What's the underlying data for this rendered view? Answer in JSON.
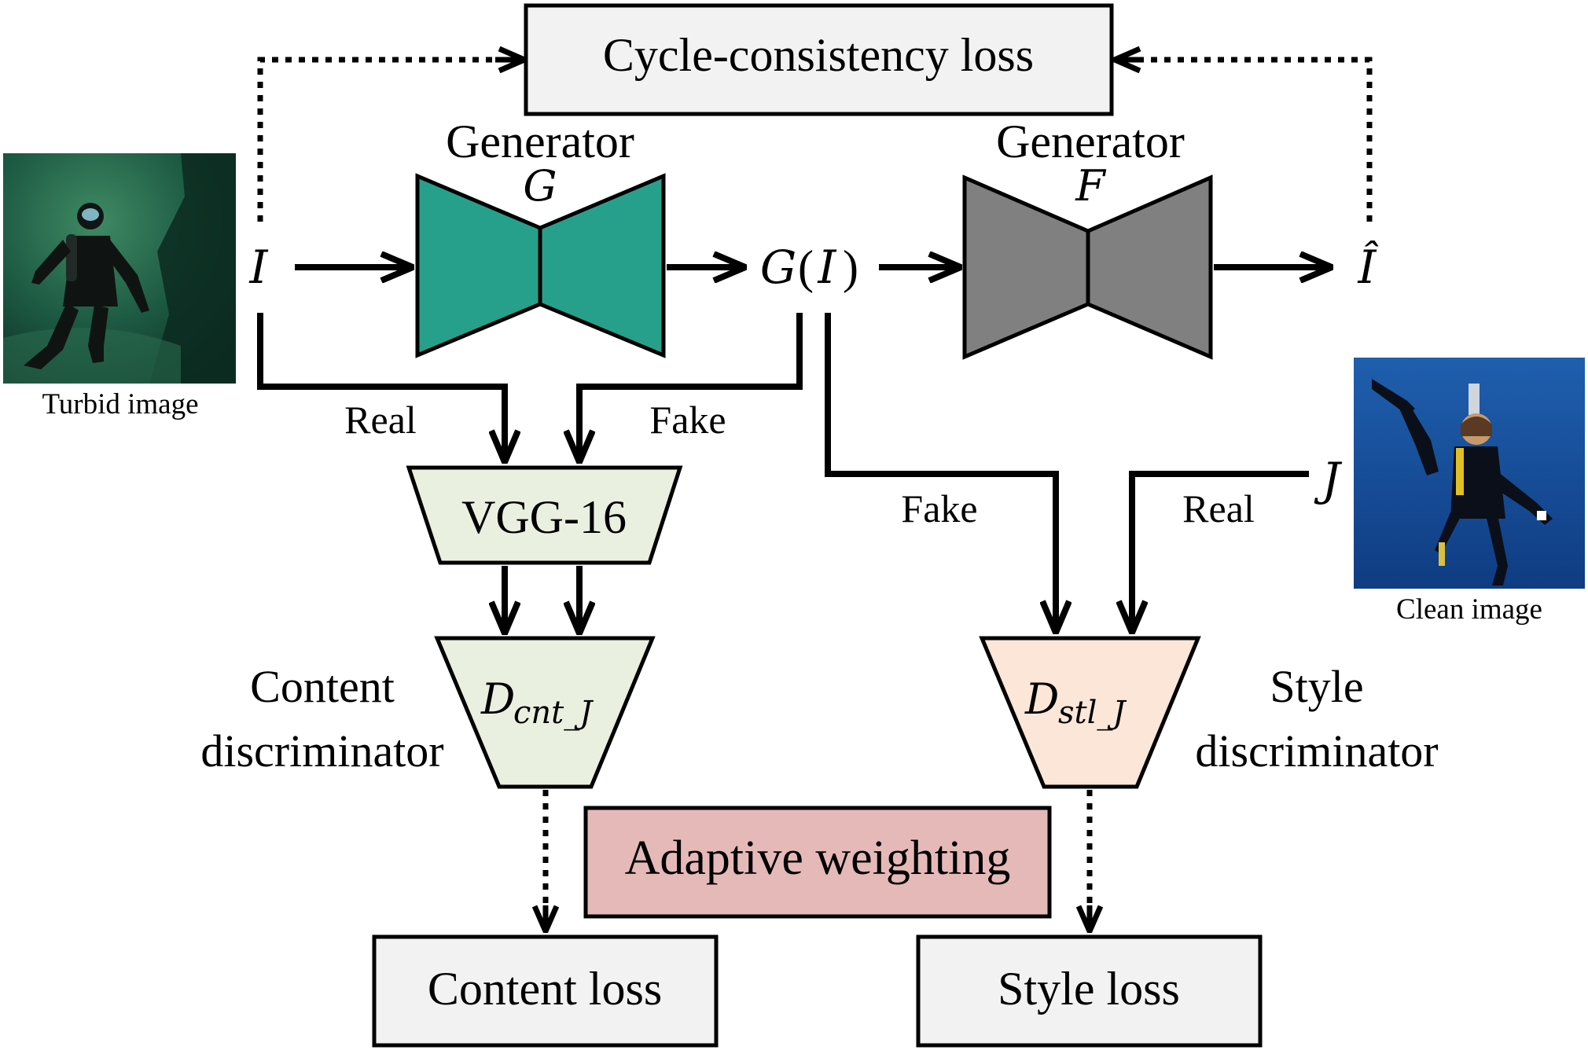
{
  "boxes": {
    "cycle_loss": "Cycle-consistency loss",
    "vgg": "VGG-16",
    "adaptive": "Adaptive weighting",
    "content_loss": "Content loss",
    "style_loss": "Style loss"
  },
  "generators": {
    "g_title": "Generator",
    "g_symbol": "G",
    "f_title": "Generator",
    "f_symbol": "F"
  },
  "symbols": {
    "input": "I",
    "gi_g": "G",
    "gi_open": "(",
    "gi_i": "I",
    "gi_close": ")",
    "reconstructed": "Î",
    "clean": "J"
  },
  "edge_labels": {
    "real_left": "Real",
    "fake_left": "Fake",
    "fake_right": "Fake",
    "real_right": "Real"
  },
  "discriminators": {
    "content_main": "D",
    "content_sub": "cnt_J",
    "content_name_1": "Content",
    "content_name_2": "discriminator",
    "style_main": "D",
    "style_sub": "stl_J",
    "style_name_1": "Style",
    "style_name_2": "discriminator"
  },
  "photos": {
    "turbid_caption": "Turbid image",
    "clean_caption": "Clean image"
  },
  "colors": {
    "generator_g": "#27a08b",
    "generator_f": "#808080",
    "vgg_fill": "#eaf0e0",
    "content_disc_fill": "#eaf0e0",
    "style_disc_fill": "#fce6d8",
    "adaptive_fill": "#e6b9b9",
    "loss_fill": "#f2f2f2"
  }
}
